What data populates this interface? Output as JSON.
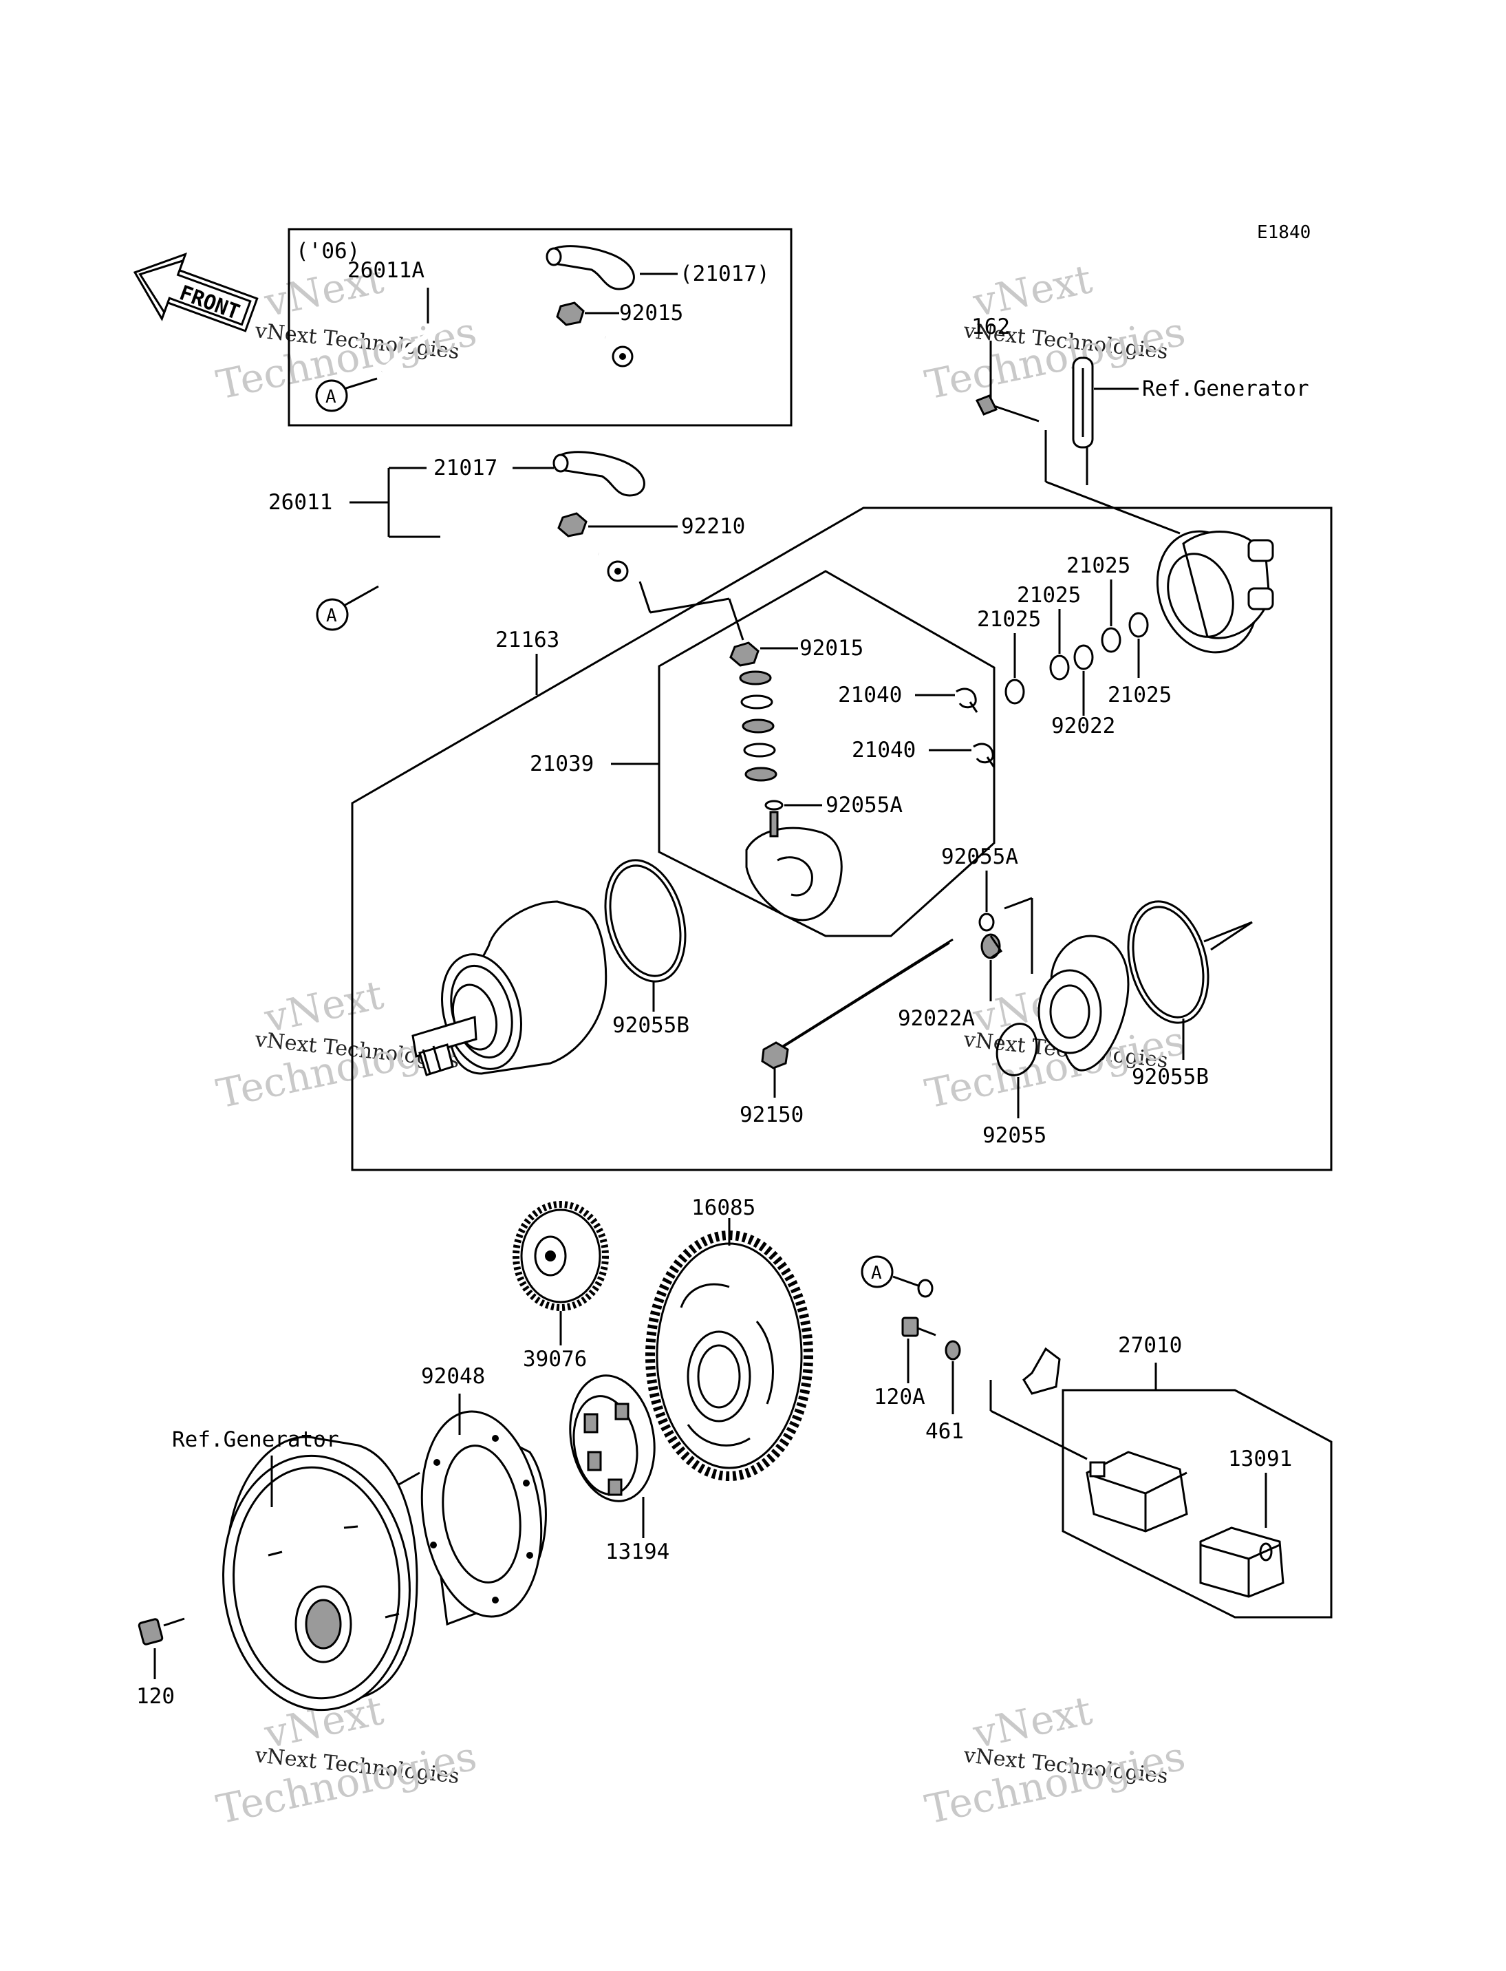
{
  "diagram_code": "E1840",
  "front_label": "FRONT",
  "inset_year": "('06)",
  "circle_marker": "A",
  "ref_generator": "Ref.Generator",
  "watermark": {
    "line1": "vNext",
    "line2": "vNext Technologies",
    "line3": "Technologies"
  },
  "labels": {
    "p26011A": "26011A",
    "p21017_paren": "(21017)",
    "p92015_inset": "92015",
    "p162": "162",
    "p26011": "26011",
    "p21017": "21017",
    "p92210": "92210",
    "p21163": "21163",
    "p92015": "92015",
    "p21025_a": "21025",
    "p21025_b": "21025",
    "p21025_c": "21025",
    "p21025_d": "21025",
    "p92022": "92022",
    "p21040_a": "21040",
    "p21040_b": "21040",
    "p21039": "21039",
    "p92055A_a": "92055A",
    "p92055A_b": "92055A",
    "p92055B_a": "92055B",
    "p92022A": "92022A",
    "p92055B_b": "92055B",
    "p92150": "92150",
    "p92055": "92055",
    "p16085": "16085",
    "p39076": "39076",
    "p92048": "92048",
    "p27010": "27010",
    "p120A": "120A",
    "p461": "461",
    "p13091": "13091",
    "p13194": "13194",
    "p120": "120"
  }
}
